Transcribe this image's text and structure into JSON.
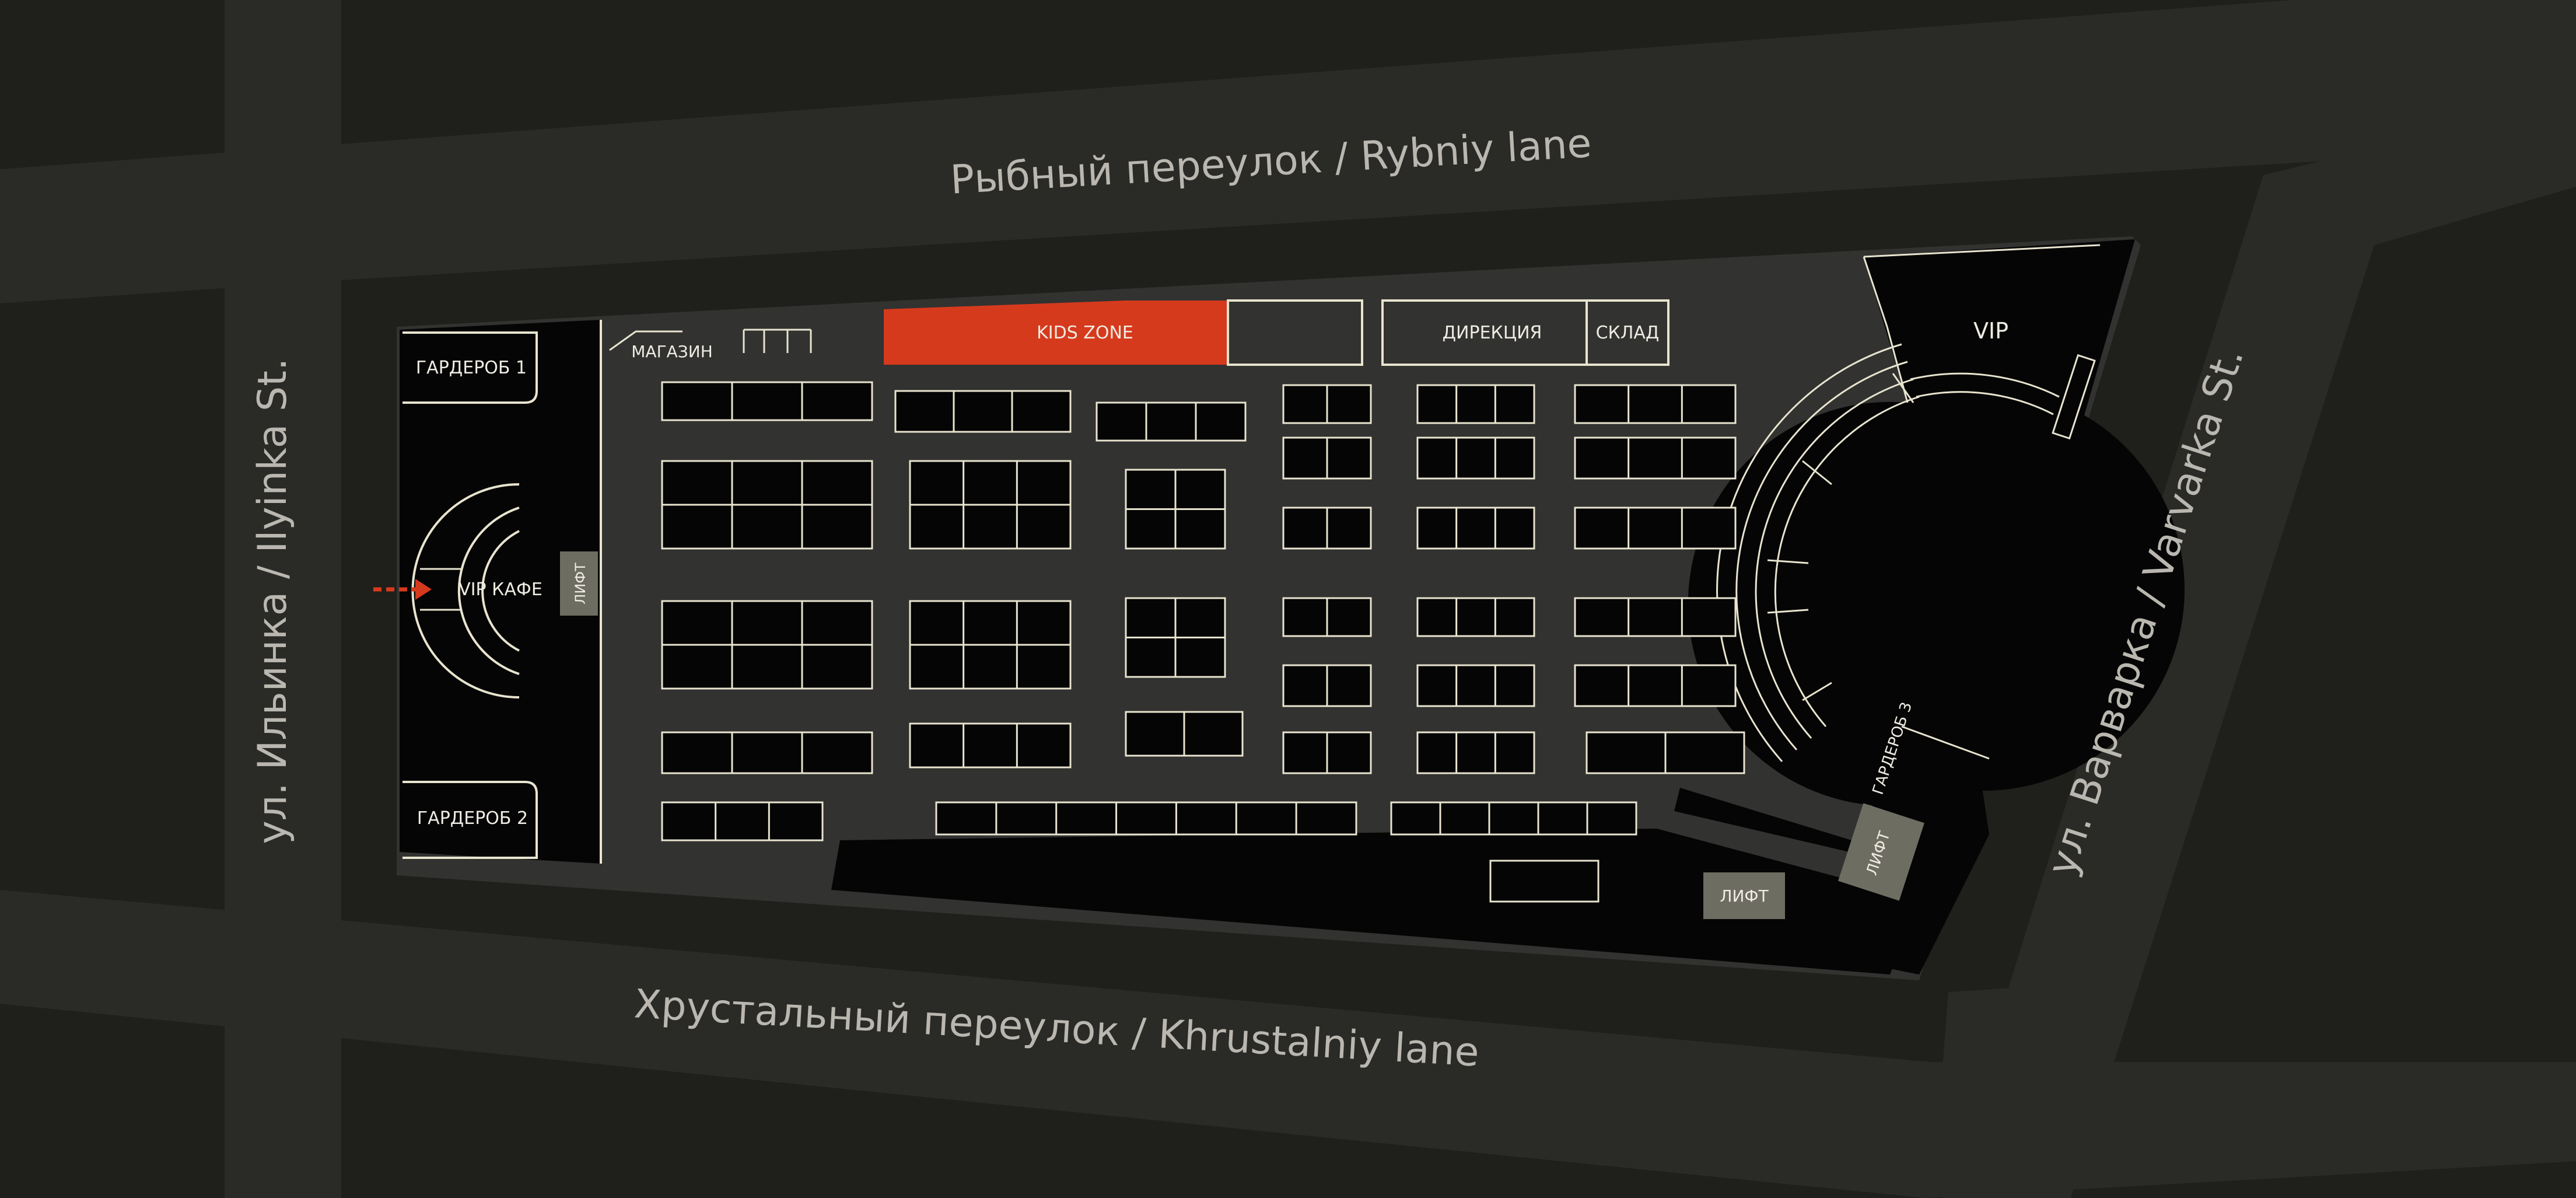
{
  "streets": {
    "north": "Рыбный переулок / Rybniy lane",
    "south": "Хрустальный переулок / Khrustalniy lane",
    "west": "ул. Ильинка / Ilyinka St.",
    "east": "ул. Варварка / Varvarka St."
  },
  "areas": {
    "wardrobe_1": "ГАРДЕРОБ 1",
    "wardrobe_2": "ГАРДЕРОБ 2",
    "wardrobe_3": "ГАРДЕРОБ 3",
    "vip_cafe": "VIP КАФЕ",
    "lift": "ЛИФТ",
    "shop": "МАГАЗИН",
    "kids_zone": "KIDS ZONE",
    "directorate": "ДИРЕКЦИЯ",
    "warehouse": "СКЛАД",
    "vip": "VIP"
  },
  "colors": {
    "background": "#1f1f1c",
    "street": "#2a2a27",
    "floor": "#323230",
    "dark_zone": "#050505",
    "kids_zone": "#d63a1d",
    "lift": "#6e6d62",
    "line": "#e8e4cf",
    "entrance_arrow": "#d63a1d"
  },
  "icons": [
    "entrance-arrow-icon",
    "stairs-icon"
  ]
}
